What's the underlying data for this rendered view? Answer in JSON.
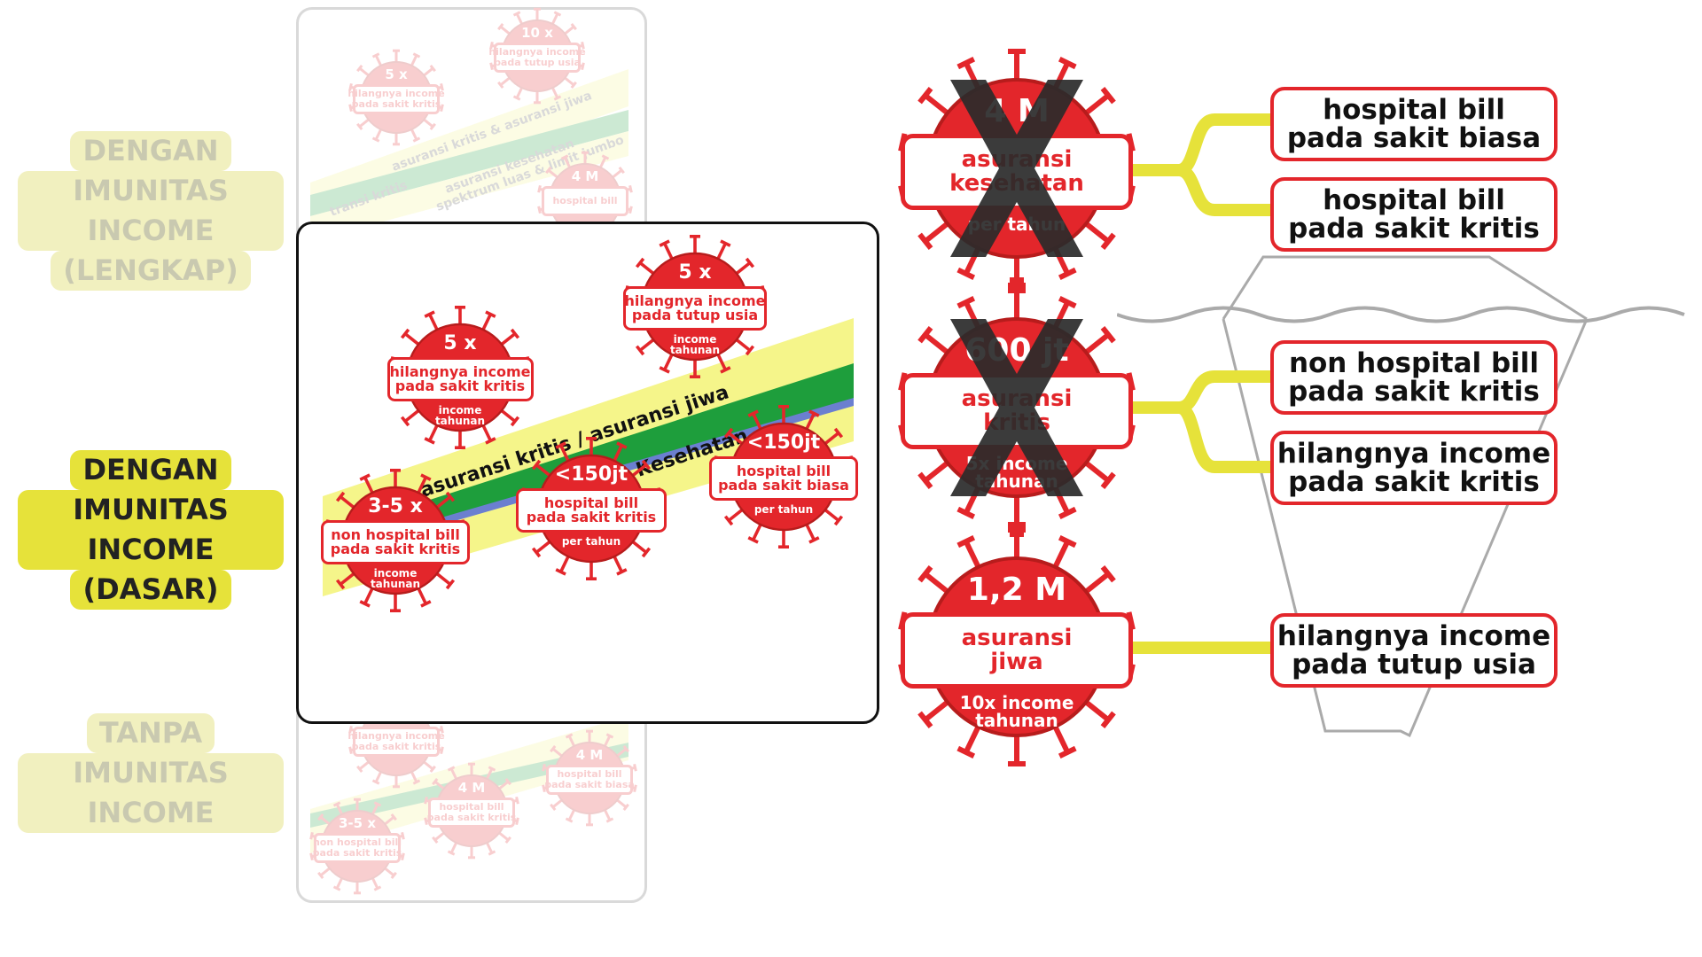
{
  "left_labels": {
    "top": [
      "DENGAN",
      "IMUNITAS INCOME",
      "(LENGKAP)"
    ],
    "middle": [
      "DENGAN",
      "IMUNITAS INCOME",
      "(DASAR)"
    ],
    "bottom": [
      "TANPA",
      "IMUNITAS INCOME"
    ]
  },
  "card": {
    "band_upper": "asuransi kritis / asuransi jiwa",
    "band_lower": "BPJS Kesehatan",
    "viruses": [
      {
        "top": "5 x",
        "label": [
          "hilangnya income",
          "pada tutup usia"
        ],
        "sub": [
          "income",
          "tahunan"
        ]
      },
      {
        "top": "5 x",
        "label": [
          "hilangnya income",
          "pada sakit kritis"
        ],
        "sub": [
          "income",
          "tahunan"
        ]
      },
      {
        "top": "<150jt",
        "label": [
          "hospital bill",
          "pada sakit biasa"
        ],
        "sub": [
          "per tahun"
        ]
      },
      {
        "top": "<150jt",
        "label": [
          "hospital bill",
          "pada sakit kritis"
        ],
        "sub": [
          "per tahun"
        ]
      },
      {
        "top": "3-5 x",
        "label": [
          "non hospital bill",
          "pada sakit kritis"
        ],
        "sub": [
          "income",
          "tahunan"
        ]
      }
    ]
  },
  "ghost": {
    "top_band_upper": "asuransi kritis & asuransi jiwa",
    "top_band_lower": [
      "asuransi kesehatan",
      "spektrum luas & limit jumbo"
    ],
    "top_band_side": "transi kritis",
    "viruses_top": [
      {
        "top": "10 x",
        "label": [
          "hilangnya income",
          "pada tutup usia"
        ]
      },
      {
        "top": "5 x",
        "label": [
          "hilangnya income",
          "pada sakit kritis"
        ]
      },
      {
        "top": "4 M",
        "label": [
          "hospital bill"
        ]
      }
    ],
    "viruses_bottom": [
      {
        "top": "",
        "label": [
          "hilangnya income",
          "pada sakit kritis"
        ]
      },
      {
        "top": "4 M",
        "label": [
          "hospital bill",
          "pada sakit biasa"
        ]
      },
      {
        "top": "4 M",
        "label": [
          "hospital bill",
          "pada sakit kritis"
        ]
      },
      {
        "top": "3-5 x",
        "label": [
          "non hospital bill",
          "pada sakit kritis"
        ]
      }
    ]
  },
  "big_viruses": [
    {
      "top": "4 M",
      "label": [
        "asuransi",
        "kesehatan"
      ],
      "sub": [
        "per tahun"
      ],
      "crossed": true
    },
    {
      "top": "600 jt",
      "label": [
        "asuransi",
        "kritis"
      ],
      "sub": [
        "5x income",
        "tahunan"
      ],
      "crossed": true
    },
    {
      "top": "1,2 M",
      "label": [
        "asuransi",
        "jiwa"
      ],
      "sub": [
        "10x income",
        "tahunan"
      ],
      "crossed": false
    }
  ],
  "right_boxes": [
    [
      "hospital bill",
      "pada sakit biasa"
    ],
    [
      "hospital bill",
      "pada sakit kritis"
    ],
    [
      "non hospital bill",
      "pada sakit kritis"
    ],
    [
      "hilangnya income",
      "pada sakit kritis"
    ],
    [
      "hilangnya income",
      "pada tutup usia"
    ]
  ],
  "colors": {
    "virus_red": "#e3262b",
    "virus_dark": "#b71c1c",
    "band_yellow": "#f5f58a",
    "band_green": "#1e9e3c",
    "band_blue": "#6b7fd0",
    "connector_yellow": "#e6e23a",
    "cross": "#2a2a2a"
  }
}
